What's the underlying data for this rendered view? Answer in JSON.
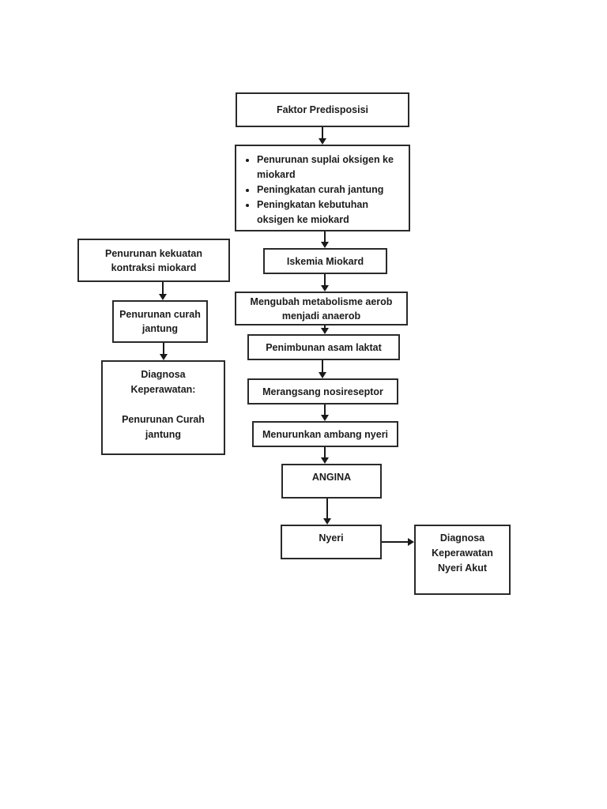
{
  "flowchart": {
    "colors": {
      "box_border": "#2a2a2a",
      "arrow": "#1a1a1a",
      "text": "#1c1c1c",
      "page_background": "#ffffff"
    },
    "boxes": {
      "faktor_predisposisi": {
        "label": "Faktor Predisposisi"
      },
      "penyebab": {
        "items": [
          "Penurunan suplai oksigen ke miokard",
          "Peningkatan curah jantung",
          "Peningkatan kebutuhan oksigen ke miokard"
        ]
      },
      "iskemia_miokard": {
        "label": "Iskemia Miokard"
      },
      "penurunan_kekuatan": {
        "label": "Penurunan kekuatan kontraksi miokard"
      },
      "mengubah_metabolisme": {
        "label": "Mengubah metabolisme aerob menjadi anaerob"
      },
      "penurunan_curah": {
        "label": "Penurunan curah jantung"
      },
      "penimbunan_asam_laktat": {
        "label": "Penimbunan asam laktat"
      },
      "diagnosa_penurunan_curah": {
        "line1": "Diagnosa Keperawatan:",
        "line2": "Penurunan Curah jantung"
      },
      "merangsang_nosireseptor": {
        "label": "Merangsang nosireseptor"
      },
      "menurunkan_ambang_nyeri": {
        "label": "Menurunkan ambang nyeri"
      },
      "angina": {
        "label": "ANGINA"
      },
      "nyeri": {
        "label": "Nyeri"
      },
      "diagnosa_nyeri_akut": {
        "label": "Diagnosa Keperawatan Nyeri Akut"
      }
    }
  }
}
